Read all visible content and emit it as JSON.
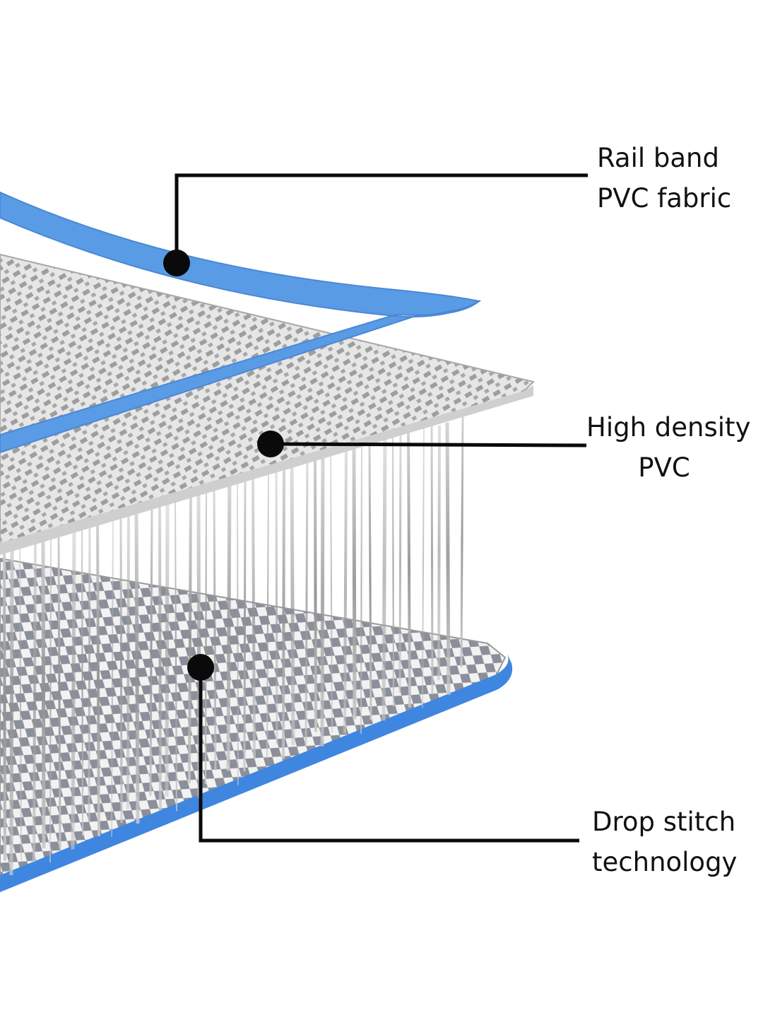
{
  "colors": {
    "background": "#ffffff",
    "rail_blue": "#5a9be6",
    "rail_blue_dark": "#3f7ed0",
    "pvc_grey": "#b9b9b9",
    "pvc_grey_light": "#dcdcdc",
    "thread_grey": "#8c8c8c",
    "leader_black": "#0a0a0a"
  },
  "callouts": [
    {
      "lines": [
        "Rail band",
        "PVC fabric"
      ]
    },
    {
      "lines": [
        "High density",
        "PVC"
      ]
    },
    {
      "lines": [
        "Drop stitch",
        "technology"
      ]
    }
  ]
}
